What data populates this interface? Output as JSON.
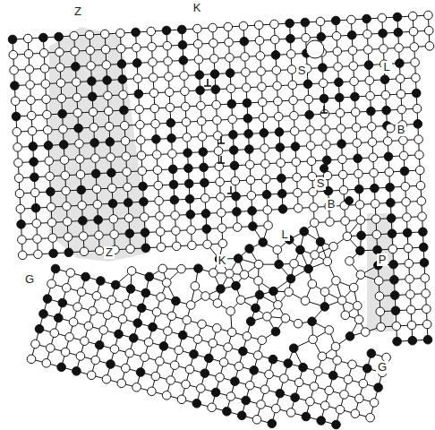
{
  "diagram": {
    "labels": [
      "Z",
      "K",
      "S",
      "L",
      "B",
      "S",
      "B",
      "L",
      "Z",
      "K",
      "G",
      "P",
      "G"
    ]
  }
}
